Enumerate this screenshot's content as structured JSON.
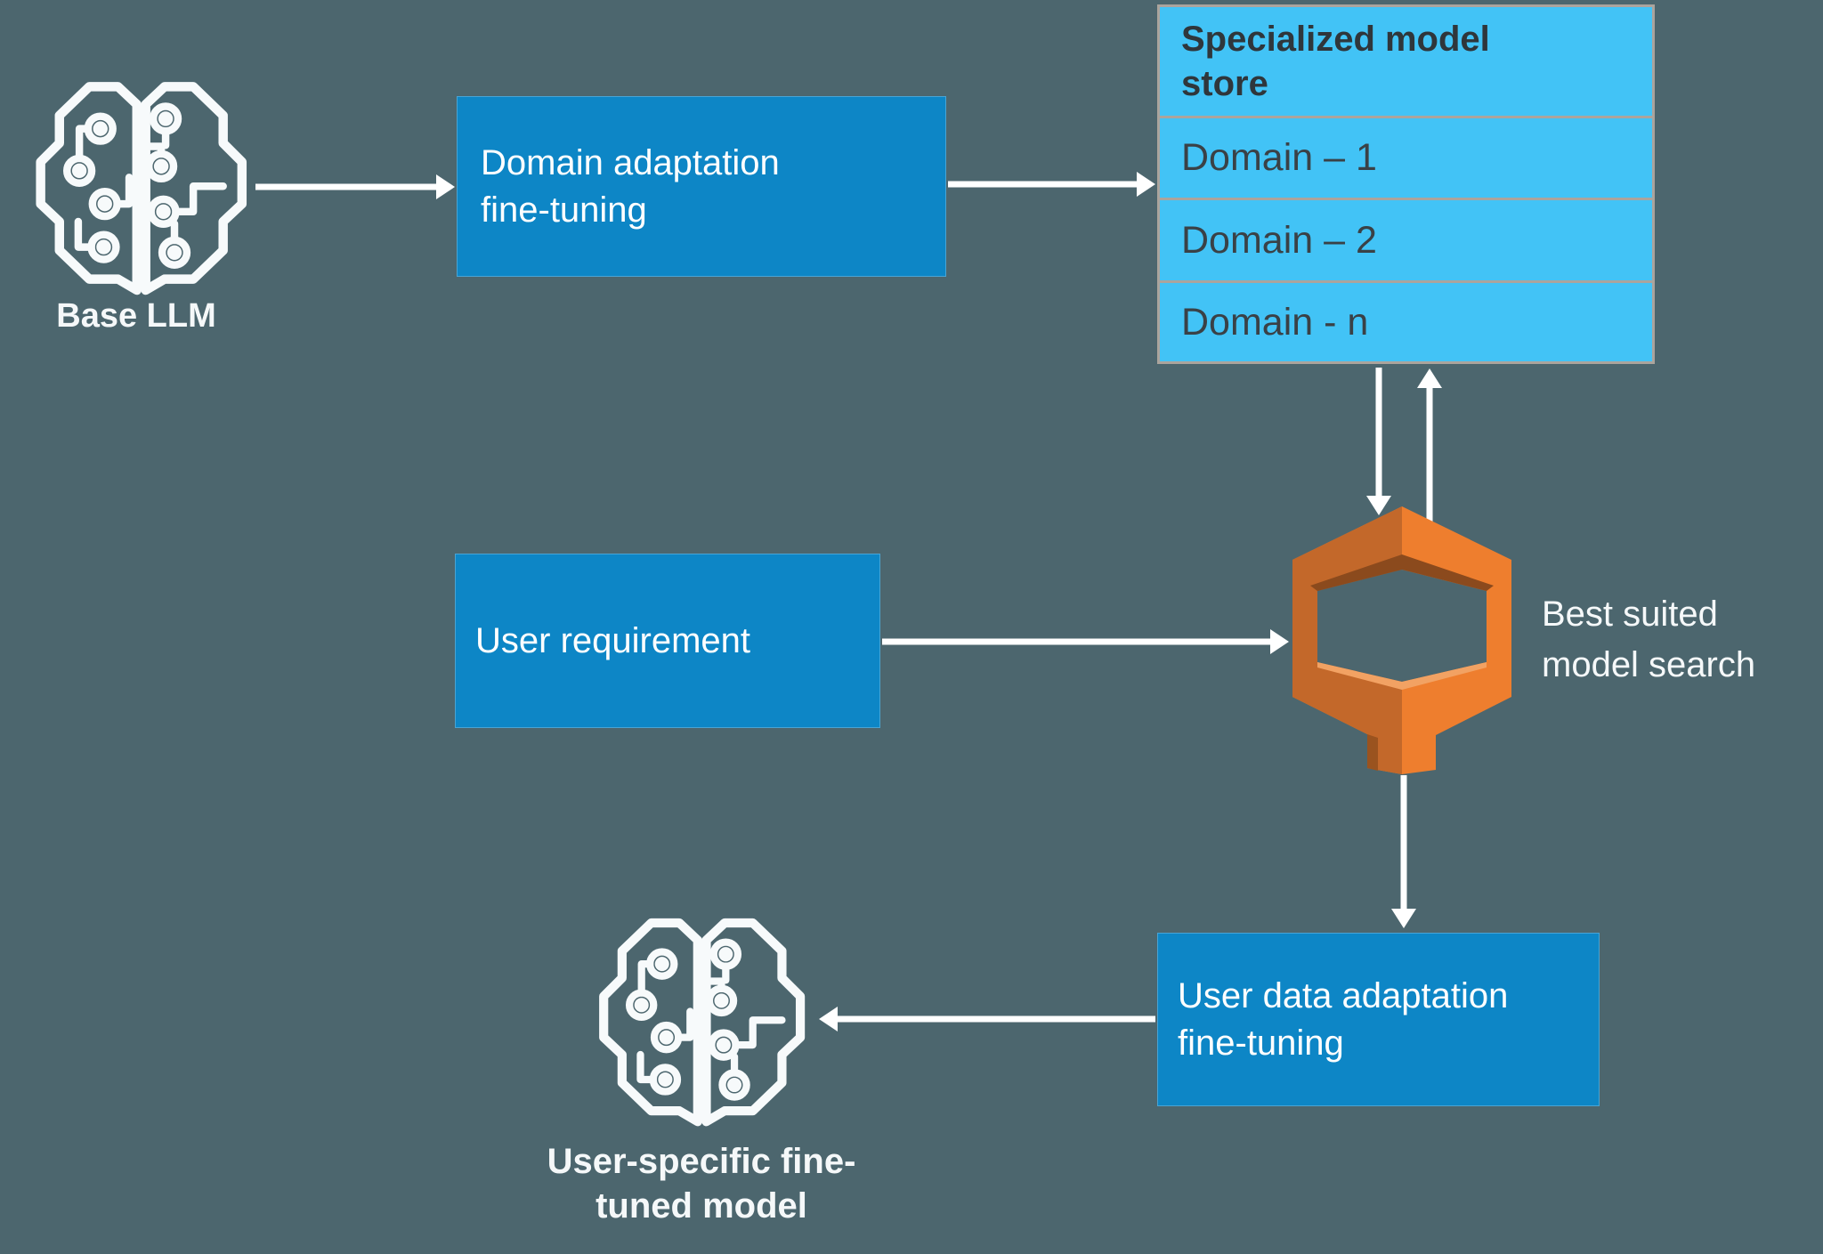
{
  "colors": {
    "background": "#4C666E",
    "process_box_blue": "#0D86C6",
    "store_cell_blue": "#42C3F6",
    "store_border_gray": "#ABA49D",
    "store_text_dark": "#3A4146",
    "arrow_white": "#FFFFFF",
    "aws_orange_bright": "#EE7E2E",
    "aws_orange_dark": "#C3682A"
  },
  "icons": {
    "base_llm_brain": "circuit-brain-icon",
    "user_model_brain": "circuit-brain-icon",
    "model_search_hex": "aws-hexagon-model-search-icon"
  },
  "nodes": {
    "base_llm": {
      "label": "Base LLM"
    },
    "domain_adaptation": {
      "line1": "Domain adaptation",
      "line2": "fine-tuning"
    },
    "model_store": {
      "title_line1": "Specialized model",
      "title_line2": "store",
      "rows": [
        "Domain – 1",
        "Domain – 2",
        "Domain - n"
      ]
    },
    "user_requirement": {
      "label": "User requirement"
    },
    "best_model_search": {
      "line1": "Best suited",
      "line2": "model search"
    },
    "user_data_adaptation": {
      "line1": "User data adaptation",
      "line2": "fine-tuning"
    },
    "user_specific_model": {
      "line1": "User-specific fine-",
      "line2": "tuned model"
    }
  }
}
